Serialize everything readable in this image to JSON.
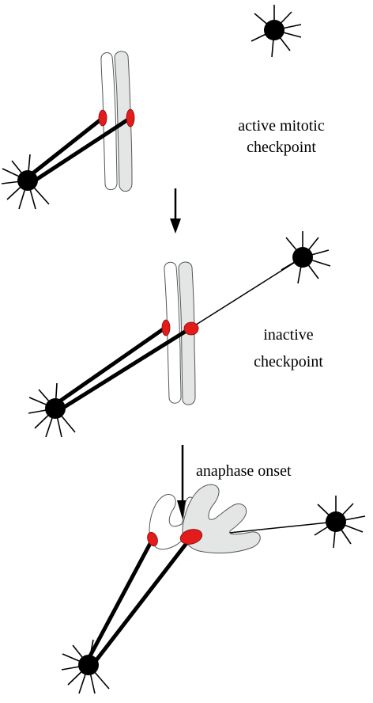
{
  "labels": {
    "stage1_line1": "active mitotic",
    "stage1_line2": "checkpoint",
    "stage2_line1": "inactive",
    "stage2_line2": "checkpoint",
    "transition2": "anaphase onset"
  },
  "colors": {
    "kinetochore": "#e21b1b",
    "chromatid_shaded": "#e4e6e6",
    "chromatid_open": "#ffffff",
    "outline": "#555555",
    "ink": "#000000"
  }
}
